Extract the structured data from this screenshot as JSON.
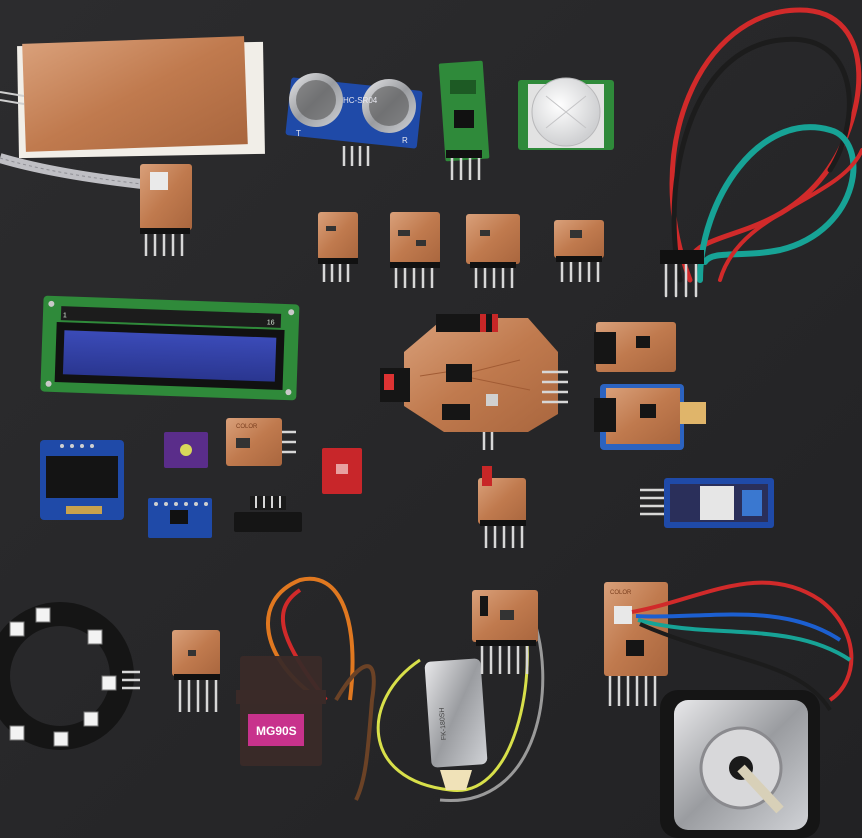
{
  "photo": {
    "background_color": "#2a2a2c",
    "copper_color": "#c98a5e",
    "pcb_green": "#2f8a3a",
    "pcb_blue": "#1f4aa8",
    "pcb_purple": "#5a2d8a",
    "pcb_red": "#c8262a"
  },
  "labels": {
    "servo_model": "MG90S",
    "ultrasonic_marking": "HC-SR04",
    "ultrasonic_t": "T",
    "ultrasonic_r": "R",
    "motor_marking": "FK-180SH",
    "lcd_pin_marking": "16",
    "lcd_pin_marking_left": "1",
    "color_board_marking": "COLOR",
    "color_board_marking_2": "COLOR"
  },
  "components": [
    {
      "name": "copper-foil-sensor"
    },
    {
      "name": "ultrasonic-sensor"
    },
    {
      "name": "touch-sensor-module"
    },
    {
      "name": "pir-motion-sensor"
    },
    {
      "name": "rgb-wire-bundle"
    },
    {
      "name": "lcd-1602-display"
    },
    {
      "name": "oled-display"
    },
    {
      "name": "main-controller-board"
    },
    {
      "name": "usb-programmer-boards"
    },
    {
      "name": "bluetooth-module"
    },
    {
      "name": "neopixel-ring"
    },
    {
      "name": "servo-motor"
    },
    {
      "name": "dc-motor"
    },
    {
      "name": "stepper-motor"
    }
  ]
}
